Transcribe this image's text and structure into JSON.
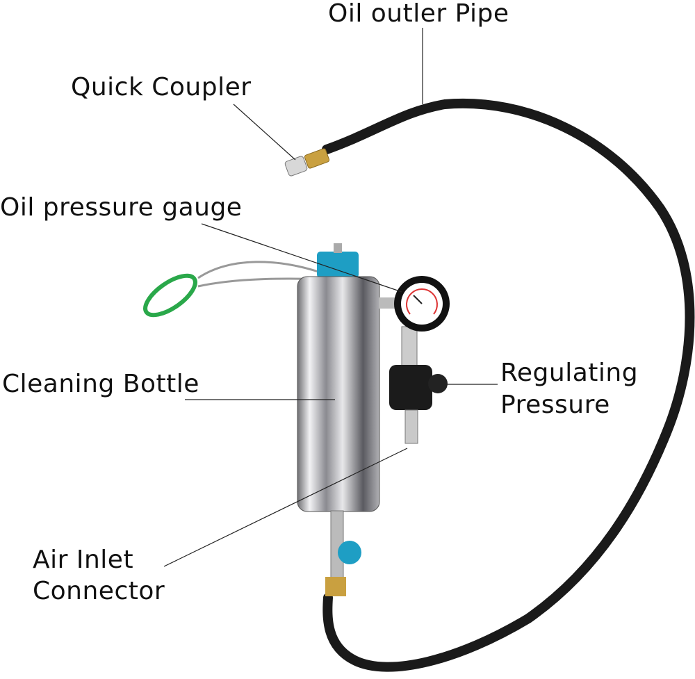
{
  "labels": {
    "oil_outlet_pipe": "Oil outler Pipe",
    "quick_coupler": "Quick Coupler",
    "oil_pressure_gauge": "Oil pressure gauge",
    "cleaning_bottle": "Cleaning Bottle",
    "regulating_pressure_line1": "Regulating",
    "regulating_pressure_line2": "Pressure",
    "air_inlet_line1": "Air Inlet",
    "air_inlet_line2": "Connector"
  },
  "colors": {
    "hose": "#1a1a1a",
    "cap": "#1e9ec4",
    "carabiner": "#2aa84a",
    "bottle": "#c8c8cc"
  }
}
